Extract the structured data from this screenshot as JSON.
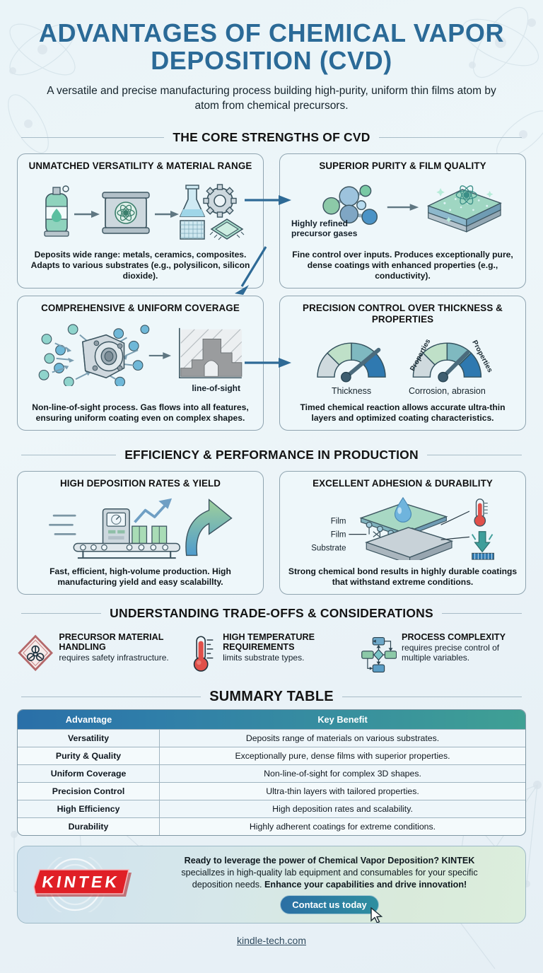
{
  "header": {
    "title": "ADVANTAGES OF CHEMICAL VAPOR DEPOSITION (CVD)",
    "subtitle": "A versatile and precise manufacturing process building high-purity, uniform thin films atom by atom from chemical precursors."
  },
  "sections": {
    "core": "THE CORE STRENGTHS OF CVD",
    "efficiency": "EFFICIENCY & PERFORMANCE IN PRODUCTION",
    "tradeoffs": "UNDERSTANDING TRADE-OFFS & CONSIDERATIONS",
    "summary": "SUMMARY TABLE"
  },
  "cards": [
    {
      "title": "UNMATCHED VERSATILITY & MATERIAL RANGE",
      "desc": "Deposits wide range: metals, ceramics, composites. Adapts to various substrates (e.g., polysilicon, silicon dioxide).",
      "art_labels": []
    },
    {
      "title": "SUPERIOR PURITY & FILM QUALITY",
      "desc": "Fine control over inputs. Produces exceptionally pure, dense coatings with enhanced properties (e.g., conductivity).",
      "art_labels": [
        "Highly refined precursor gases"
      ]
    },
    {
      "title": "COMPREHENSIVE & UNIFORM COVERAGE",
      "desc": "Non-line-of-sight process. Gas flows into all features, ensuring uniform coating even on complex shapes.",
      "art_labels": [
        "line-of-sight"
      ]
    },
    {
      "title": "PRECISION CONTROL OVER THICKNESS & PROPERTIES",
      "desc": "Timed chemical reaction allows accurate ultra-thin layers and optimized coating characteristics.",
      "art_labels": [
        "Thickness",
        "Corrosion, abrasion",
        "Properties",
        "Properties"
      ]
    },
    {
      "title": "HIGH DEPOSITION RATES & YIELD",
      "desc": "Fast, efficient, high-volume production. High manufacturing yield and easy scalabillty.",
      "art_labels": []
    },
    {
      "title": "EXCELLENT ADHESION & DURABILITY",
      "desc": "Strong chemical bond results in highly durable coatings that withstand extreme conditions.",
      "art_labels": [
        "Film",
        "Film",
        "Substrate"
      ]
    }
  ],
  "tradeoffs": [
    {
      "icon": "biohazard-icon",
      "title": "PRECURSOR MATERIAL HANDLING",
      "sub": "requires safety infrastructure."
    },
    {
      "icon": "thermometer-icon",
      "title": "HIGH TEMPERATURE REQUIREMENTS",
      "sub": "limits substrate types."
    },
    {
      "icon": "flowchart-icon",
      "title": "PROCESS COMPLEXITY",
      "sub": "requires precise control of multiple variables."
    }
  ],
  "table": {
    "columns": [
      "Advantage",
      "Key Benefit"
    ],
    "rows": [
      [
        "Versatility",
        "Deposits range of materials on various substrates."
      ],
      [
        "Purity & Quality",
        "Exceptionally pure, dense films with superior properties."
      ],
      [
        "Uniform Coverage",
        "Non-line-of-sight for complex 3D shapes."
      ],
      [
        "Precision Control",
        "Ultra-thin layers with tailored properties."
      ],
      [
        "High Efficiency",
        "High deposition rates and scalability."
      ],
      [
        "Durability",
        "Highly adherent coatings for extreme conditions."
      ]
    ]
  },
  "cta": {
    "logo": "KINTEK",
    "line1_bold": "Ready to leverage the power of Chemical Vapor Deposition? KINTEK",
    "line2": "speciallzes in high-quality lab equipment and consumables for your specific",
    "line3_a": "deposition needs. ",
    "line3_b": "Enhance your capabilities and drive innovation!",
    "button": "Contact us today"
  },
  "footer": {
    "url": "kindle-tech.com"
  },
  "colors": {
    "title_blue": "#2b6a97",
    "arrow_blue": "#2e6a96",
    "card_bg": "#eef7fa",
    "card_border": "#8fa4b0",
    "table_header_left": "#2a6fa8",
    "table_header_right": "#3fa094",
    "logo_red": "#e01f26"
  }
}
